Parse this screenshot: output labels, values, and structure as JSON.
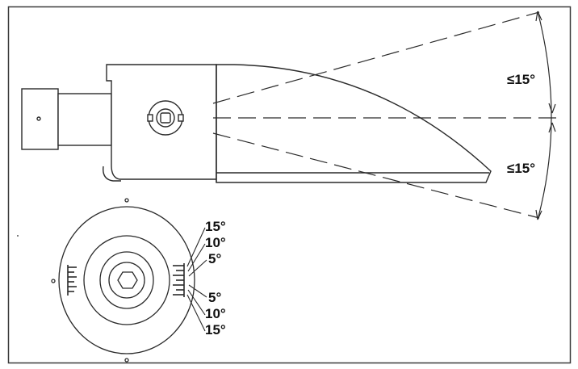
{
  "colors": {
    "line": "#2a2a2a",
    "fill": "#ffffff",
    "frame": "#3a3a3a"
  },
  "beam_labels": {
    "upper": "≤15°",
    "lower": "≤15°"
  },
  "tilt_scale": {
    "up": [
      "15°",
      "10°",
      "5°"
    ],
    "down": [
      "5°",
      "10°",
      "15°"
    ]
  }
}
